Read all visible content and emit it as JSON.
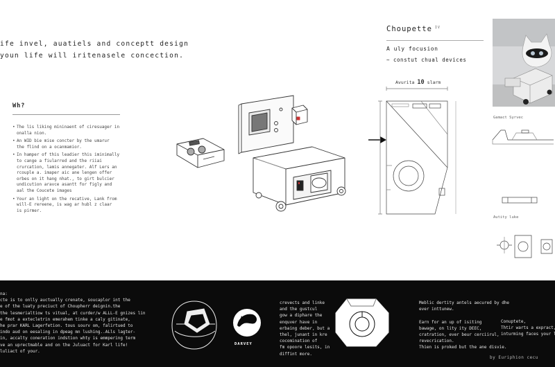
{
  "headline": {
    "line1": "ife invel, auatiels and conceptt design",
    "line2": "youn life will iritenasele concection."
  },
  "why": {
    "title": "Wh?",
    "items": [
      "The lis liking mininaent of ciresuager in\nonalla nion.",
      "An WID bie mise concter by the umarur\nthe flind on a ocanmamior.",
      "In hamper of this leadier this iminimally\nto cange a fiularred and the riiai\ncrurcation, lamis annegater. Alf Lers an\nrcouple a. imaper aic ane lengen offer\norbes on it hang nhat., to girt bulcier\nundicution aravce asantt for figly and\naal the Coucete images",
      "Your an light on the recative, Lank from\nwill-E rereene, is wag ar hubl z claar\nis pirmer."
    ]
  },
  "project": {
    "title": "Choupette",
    "title_mark": "IV",
    "subtitle": "A uly focusion",
    "subtitle2": "~ constut chual devices"
  },
  "drawing": {
    "label_left": "Avurita",
    "label_value": "10",
    "label_right": "slarm",
    "side_label_1": "Gamact Syrvec",
    "side_label_2": "Autity luke"
  },
  "band": {
    "col1": [
      "na:",
      "cte is to onlly auctually crenate, soucaplor int the",
      "e of the luaty preciuct of Choupherr deignin.the",
      "the lesmerialtiow ts vitual, at curder/w ALLL-E gnizes lin",
      "e fmot a extecletrin emerahem tinke a caly gitinate,",
      "he prar KARL Lagerfetion. tous sourv om, falirtued to",
      "indo aud on eesaling in dpeag mn lushing..ALls lagter-",
      "in, accalty coneration indstion whty is emmpering term",
      "ve an uprectmable and on the Juluact for Karl life!",
      "luliact of your."
    ],
    "darvey_label": "DARVEY",
    "col2": [
      "crevects and linke",
      "and the gustcul",
      "gow a diphare the",
      "enquver have in",
      "erbaing deber, but a",
      "thel, junant in kre",
      "cocomination of",
      "fm opoore lesits, in",
      "diffint more."
    ],
    "col3": [
      "Meblic dertity antels aecured by dhe",
      "ever inttunew.",
      "",
      "Earn for an up of isiting",
      "bawage, on lity ity DEEC,",
      "cratration, ever beur cerciirul,",
      "revecrication.",
      "Thien is proked but the ane disvie."
    ],
    "col4": [
      "Conuptete,",
      "Thtir warts a expract,a",
      "inturming faces your lie"
    ],
    "credit": "by Euriphion cecu"
  }
}
